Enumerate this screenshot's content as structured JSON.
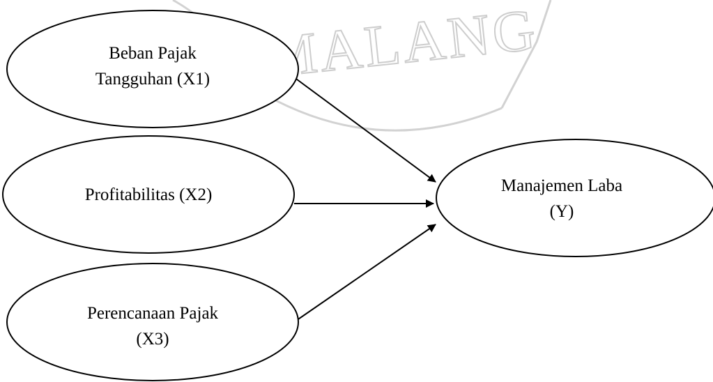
{
  "watermark": {
    "text": "MALANG"
  },
  "nodes": {
    "x1": {
      "line1": "Beban Pajak",
      "line2": "Tangguhan (X1)"
    },
    "x2": {
      "line1": "Profitabilitas (X2)"
    },
    "x3": {
      "line1": "Perencanaan Pajak",
      "line2": "(X3)"
    },
    "y": {
      "line1": "Manajemen Laba",
      "line2": "(Y)"
    }
  },
  "colors": {
    "stroke": "#000000",
    "watermark": "#cdcdcd",
    "background": "#ffffff"
  }
}
